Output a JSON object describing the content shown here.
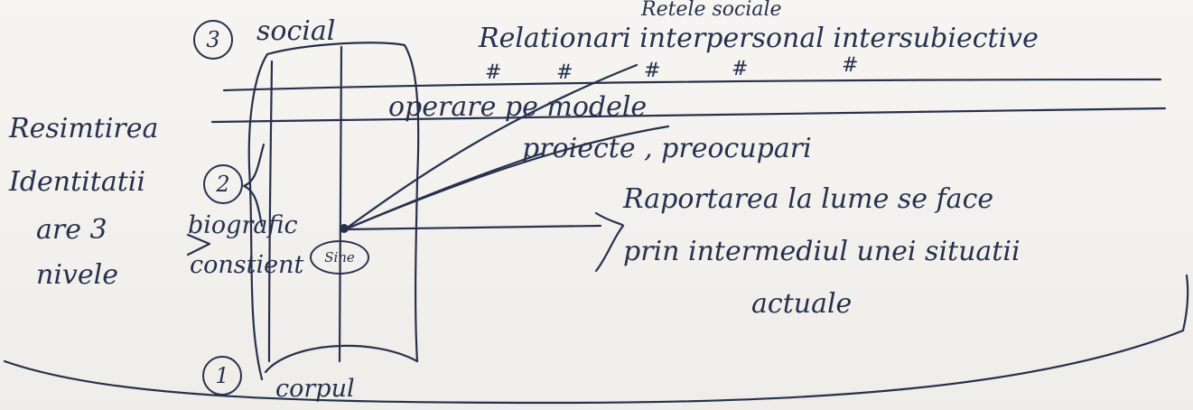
{
  "levels": {
    "social": {
      "number": "3",
      "label": "social"
    },
    "biographic": {
      "number": "2",
      "label_line1": "biografic",
      "label_line2": "constient"
    },
    "body": {
      "number": "1",
      "label": "corpul"
    }
  },
  "left_note": [
    "Resimtirea",
    "Identitatii",
    "are 3",
    "nivele"
  ],
  "top": {
    "title": "Retele sociale",
    "relations_line": "Relationari  interpersonal  intersubiective",
    "marks": [
      "#",
      "#",
      "#",
      "#",
      "#"
    ]
  },
  "center": {
    "operate": "operare pe  modele",
    "projects": "proiecte , preocupari"
  },
  "self_oval": "Sine",
  "right_note": [
    "Raportarea la lume se face",
    "prin intermediul unei situatii",
    "actuale"
  ],
  "colors": {
    "ink": "#27314d",
    "paper": "#f3f1ee"
  }
}
